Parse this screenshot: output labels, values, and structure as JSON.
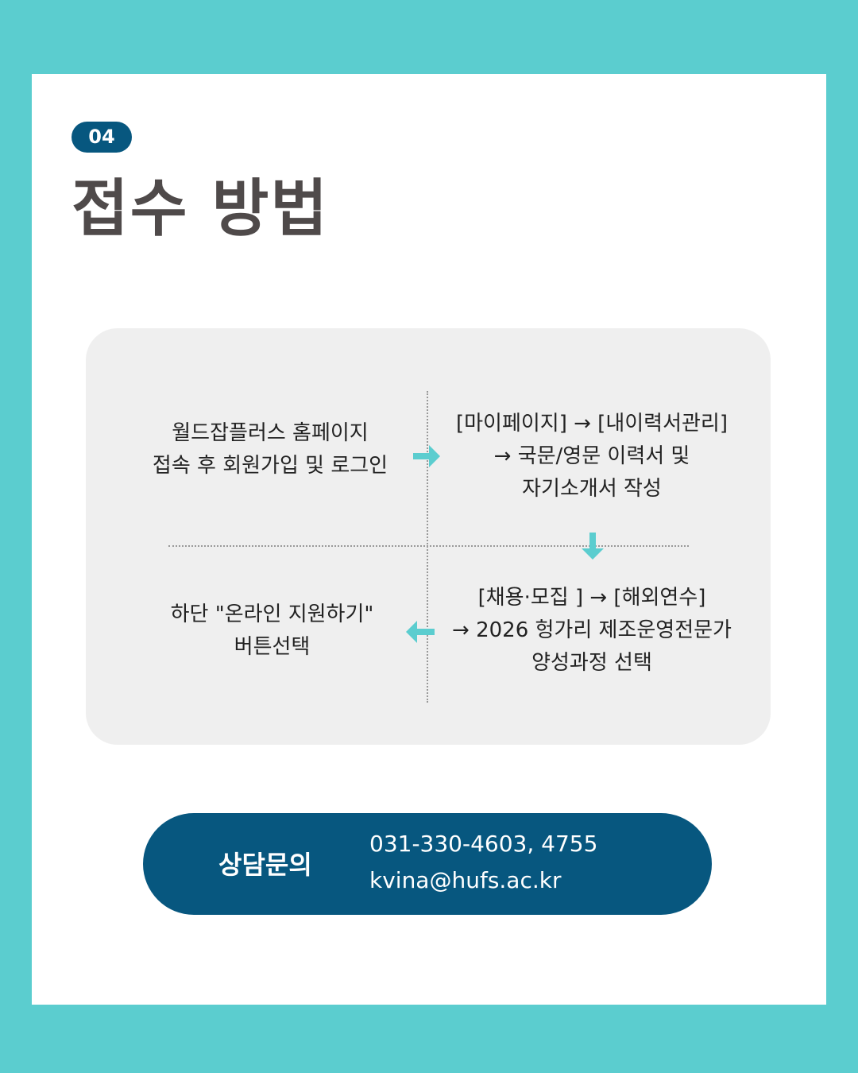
{
  "section": {
    "number": "04",
    "title": "접수 방법"
  },
  "steps": [
    {
      "text": "월드잡플러스 홈페이지\n접속 후 회원가입 및 로그인"
    },
    {
      "text": "[마이페이지] → [내이력서관리]\n→ 국문/영문 이력서 및\n자기소개서 작성"
    },
    {
      "text": "[채용·모집 ] → [해외연수]\n→ 2026 헝가리 제조운영전문가\n양성과정 선택"
    },
    {
      "text": "하단 \"온라인 지원하기\"\n버튼선택"
    }
  ],
  "contact": {
    "label": "상담문의",
    "phone": "031-330-4603, 4755",
    "email": "kvina@hufs.ac.kr"
  },
  "colors": {
    "accent": "#5bcdcf",
    "navy": "#07577f",
    "panel": "#efefef"
  }
}
